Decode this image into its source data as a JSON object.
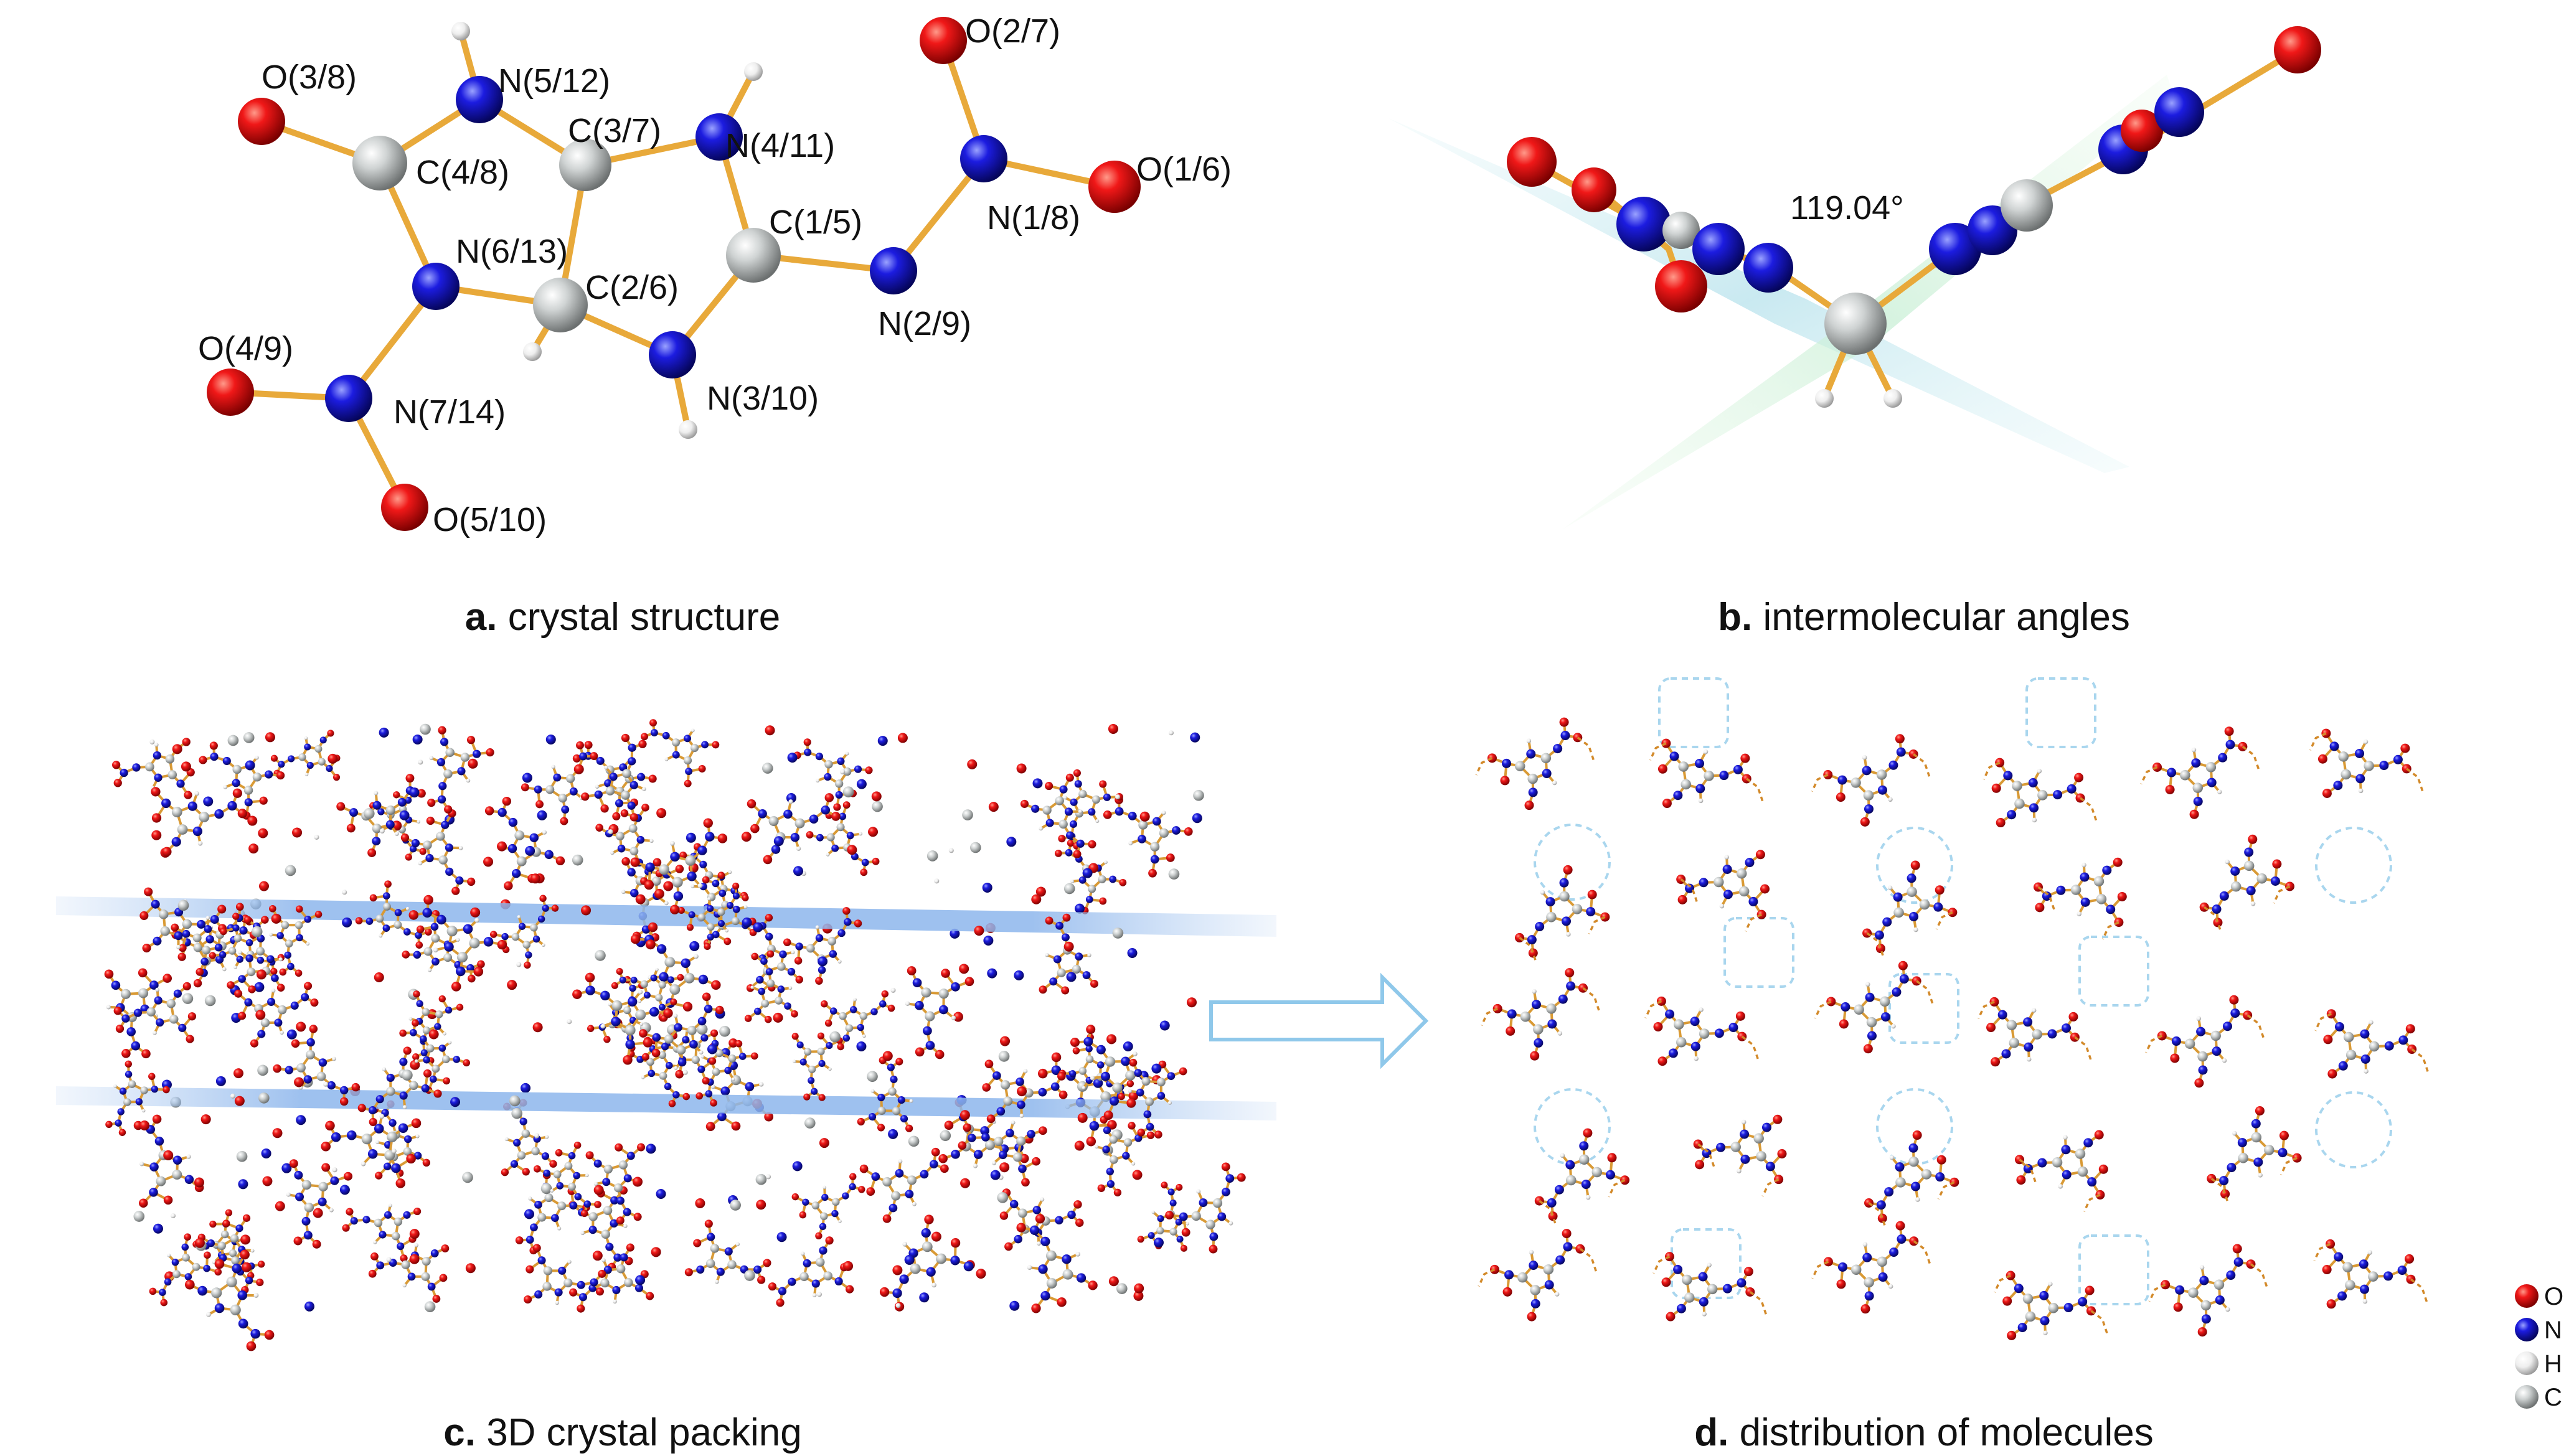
{
  "panel_a": {
    "caption_letter": "a.",
    "caption_text": "crystal structure",
    "atom_labels": [
      "O(3/8)",
      "N(5/12)",
      "C(3/7)",
      "N(4/11)",
      "O(2/7)",
      "C(4/8)",
      "C(1/5)",
      "O(1/6)",
      "N(1/8)",
      "N(6/13)",
      "C(2/6)",
      "N(2/9)",
      "O(4/9)",
      "N(7/14)",
      "N(3/10)",
      "O(5/10)"
    ]
  },
  "panel_b": {
    "caption_letter": "b.",
    "caption_text": "intermolecular angles",
    "angle_label": "119.04°"
  },
  "panel_c": {
    "caption_letter": "c.",
    "caption_text": "3D crystal packing"
  },
  "panel_d": {
    "caption_letter": "d.",
    "caption_text": "distribution of molecules"
  },
  "legend": {
    "items": [
      {
        "label": "O",
        "color": "#e01010"
      },
      {
        "label": "N",
        "color": "#1a1ad8"
      },
      {
        "label": "H",
        "color": "#e8e8e8"
      },
      {
        "label": "C",
        "color": "#b8bcbc"
      }
    ]
  },
  "colors": {
    "oxygen": "#e01010",
    "nitrogen": "#1a1ad8",
    "carbon": "#c6caca",
    "hydrogen": "#ececec",
    "bond": "#e8a93a",
    "plane": "#9ec4ef",
    "arrow": "#8fc8ea"
  }
}
